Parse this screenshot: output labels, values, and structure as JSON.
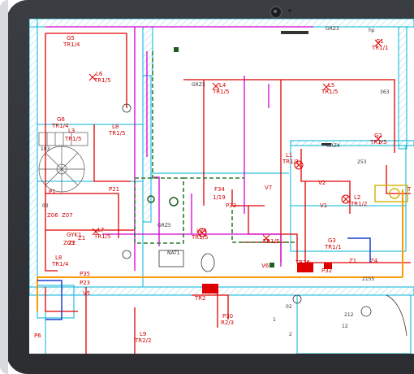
{
  "colors": {
    "wall": "#00b4d8",
    "power_line": "#e00000",
    "magenta_line": "#d400d4",
    "orange_line": "#ff9a00",
    "blue_line": "#1c3fd0",
    "dashed_wall": "#2e7d32",
    "highlight": "#e00000",
    "plumbing": "#d4b000"
  },
  "icons": [
    "camera-icon",
    "light-fixture-icon",
    "socket-icon",
    "junction-box-icon",
    "tr2-panel-icon"
  ],
  "cad": {
    "labels_red": [
      {
        "id": "g5",
        "text": "G5"
      },
      {
        "id": "g5b",
        "text": "TR1/4"
      },
      {
        "id": "g1",
        "text": "G1"
      },
      {
        "id": "g1b",
        "text": "TR1/1"
      },
      {
        "id": "l6",
        "text": "L6"
      },
      {
        "id": "l6b",
        "text": "TR1/5"
      },
      {
        "id": "l4",
        "text": "L4"
      },
      {
        "id": "l4b",
        "text": "TR1/5"
      },
      {
        "id": "l5",
        "text": "L5"
      },
      {
        "id": "l5b",
        "text": "TR1/5"
      },
      {
        "id": "g6",
        "text": "G6"
      },
      {
        "id": "g6b",
        "text": "TR1/4"
      },
      {
        "id": "l3",
        "text": "L3"
      },
      {
        "id": "l3b",
        "text": "TR1/5"
      },
      {
        "id": "l8",
        "text": "L8"
      },
      {
        "id": "l8b",
        "text": "TR1/5"
      },
      {
        "id": "g2",
        "text": "G2"
      },
      {
        "id": "g2b",
        "text": "TR1/5"
      },
      {
        "id": "l1",
        "text": "L1"
      },
      {
        "id": "l1b",
        "text": "TR1/1"
      },
      {
        "id": "l2",
        "text": "L2"
      },
      {
        "id": "l2b",
        "text": "TR1/2"
      },
      {
        "id": "p1",
        "text": "P1"
      },
      {
        "id": "p21",
        "text": "P21"
      },
      {
        "id": "f34",
        "text": "F34"
      },
      {
        "id": "f34b",
        "text": "1/19"
      },
      {
        "id": "p33",
        "text": "P33"
      },
      {
        "id": "v7",
        "text": "V7"
      },
      {
        "id": "v2",
        "text": "V2"
      },
      {
        "id": "v1",
        "text": "V1"
      },
      {
        "id": "l7",
        "text": "L7"
      },
      {
        "id": "l7b",
        "text": "TR1/5"
      },
      {
        "id": "l24",
        "text": "L24"
      },
      {
        "id": "l24b",
        "text": "TR1/5"
      },
      {
        "id": "tr15",
        "text": "TR1/5"
      },
      {
        "id": "g3",
        "text": "G3"
      },
      {
        "id": "g3b",
        "text": "TR1/1"
      },
      {
        "id": "l8c",
        "text": "L8"
      },
      {
        "id": "tr14",
        "text": "TR1/4"
      },
      {
        "id": "p35",
        "text": "P35"
      },
      {
        "id": "p23",
        "text": "P23"
      },
      {
        "id": "v5",
        "text": "V5"
      },
      {
        "id": "tr2",
        "text": "TR2"
      },
      {
        "id": "p30",
        "text": "P30"
      },
      {
        "id": "r23",
        "text": "R2/3"
      },
      {
        "id": "l9",
        "text": "L9"
      },
      {
        "id": "tr22",
        "text": "TR2/2"
      },
      {
        "id": "p6",
        "text": "P6"
      },
      {
        "id": "z1",
        "text": "Z1"
      },
      {
        "id": "z2",
        "text": "Z2"
      },
      {
        "id": "gyk1",
        "text": "GYK1"
      },
      {
        "id": "z06",
        "text": "Z06"
      },
      {
        "id": "z07",
        "text": "Z07"
      },
      {
        "id": "z03",
        "text": "Z03"
      },
      {
        "id": "z1b",
        "text": "Z1"
      },
      {
        "id": "z4",
        "text": "Z4"
      },
      {
        "id": "tr26",
        "text": "TR26"
      },
      {
        "id": "p32",
        "text": "P32"
      },
      {
        "id": "v6",
        "text": "V6"
      },
      {
        "id": "t",
        "text": "T"
      }
    ],
    "labels_dark": [
      {
        "id": "grz3a",
        "text": "GRZ3"
      },
      {
        "id": "grz3b",
        "text": "GRZ3"
      },
      {
        "id": "grz4",
        "text": "GRZ4"
      },
      {
        "id": "grz5",
        "text": "GRZ5"
      },
      {
        "id": "hp",
        "text": "hp"
      },
      {
        "id": "n363",
        "text": "363"
      },
      {
        "id": "n253",
        "text": "253"
      },
      {
        "id": "n2155",
        "text": "2155"
      },
      {
        "id": "n212",
        "text": "212"
      },
      {
        "id": "n183",
        "text": "183"
      },
      {
        "id": "n02",
        "text": "02"
      },
      {
        "id": "n03",
        "text": "03"
      },
      {
        "id": "n12",
        "text": "12"
      },
      {
        "id": "nat1",
        "text": "NAT1"
      },
      {
        "id": "d1",
        "text": "1"
      },
      {
        "id": "d2",
        "text": "2"
      }
    ]
  }
}
